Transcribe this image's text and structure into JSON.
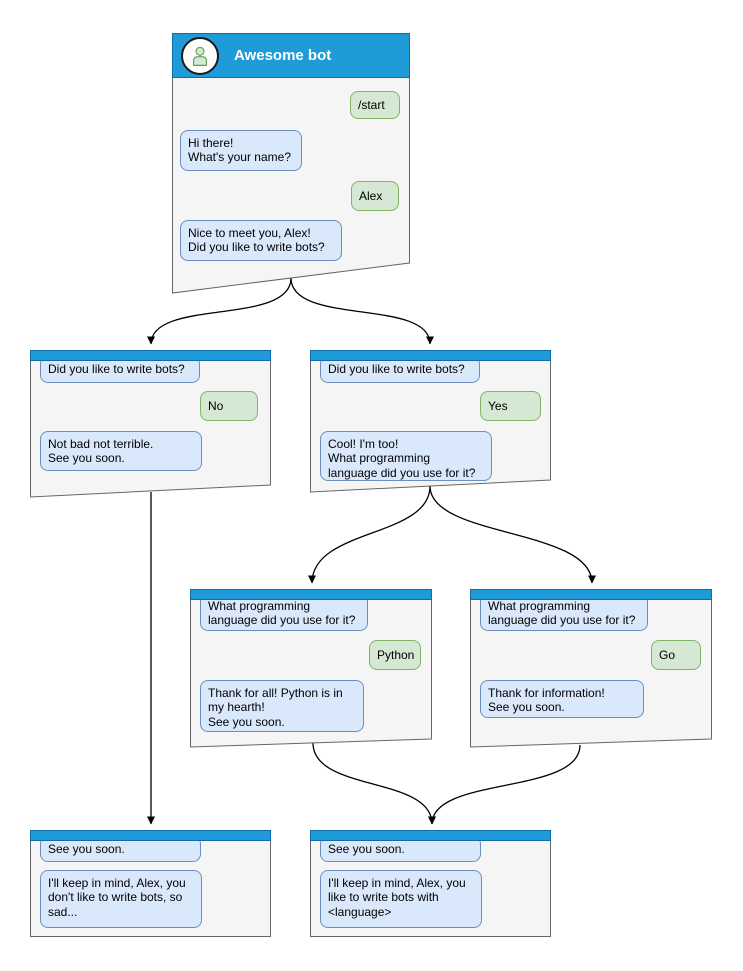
{
  "colors": {
    "header_blue": "#1e9bd8",
    "header_border": "#0e6da8",
    "window_bg": "#f5f5f5",
    "window_border": "#666666",
    "bot_bubble_bg": "#dae8fc",
    "bot_bubble_border": "#6c8ebf",
    "user_bubble_bg": "#d5e8d4",
    "user_bubble_border": "#82b366"
  },
  "icons": {
    "avatar": "person-icon"
  },
  "main": {
    "title": "Awesome bot",
    "messages": {
      "start": "/start",
      "greeting": "Hi there!\nWhat's your name?",
      "name": "Alex",
      "ask_bots": "Nice to meet you, Alex!\nDid you like to write bots?"
    }
  },
  "no_window": {
    "question": "Did you like to write bots?",
    "answer": "No",
    "reply": "Not bad not terrible.\nSee you soon."
  },
  "yes_window": {
    "question": "Did you like to write bots?",
    "answer": "Yes",
    "reply": "Cool! I'm too!\nWhat programming\nlanguage did you use for it?"
  },
  "python_window": {
    "question": "What programming\nlanguage did you use for it?",
    "answer": "Python",
    "reply": "Thank for all! Python is in\nmy hearth!\nSee you soon."
  },
  "go_window": {
    "question": "What programming\nlanguage did you use for it?",
    "answer": "Go",
    "reply": "Thank for information!\nSee you soon."
  },
  "sad_window": {
    "question": "See you soon.",
    "reply": "I'll keep in mind, Alex, you\ndon't like to write bots, so\nsad..."
  },
  "happy_window": {
    "question": "See you soon.",
    "reply": "I'll keep in mind, Alex, you\nlike to write bots with\n<language>"
  }
}
